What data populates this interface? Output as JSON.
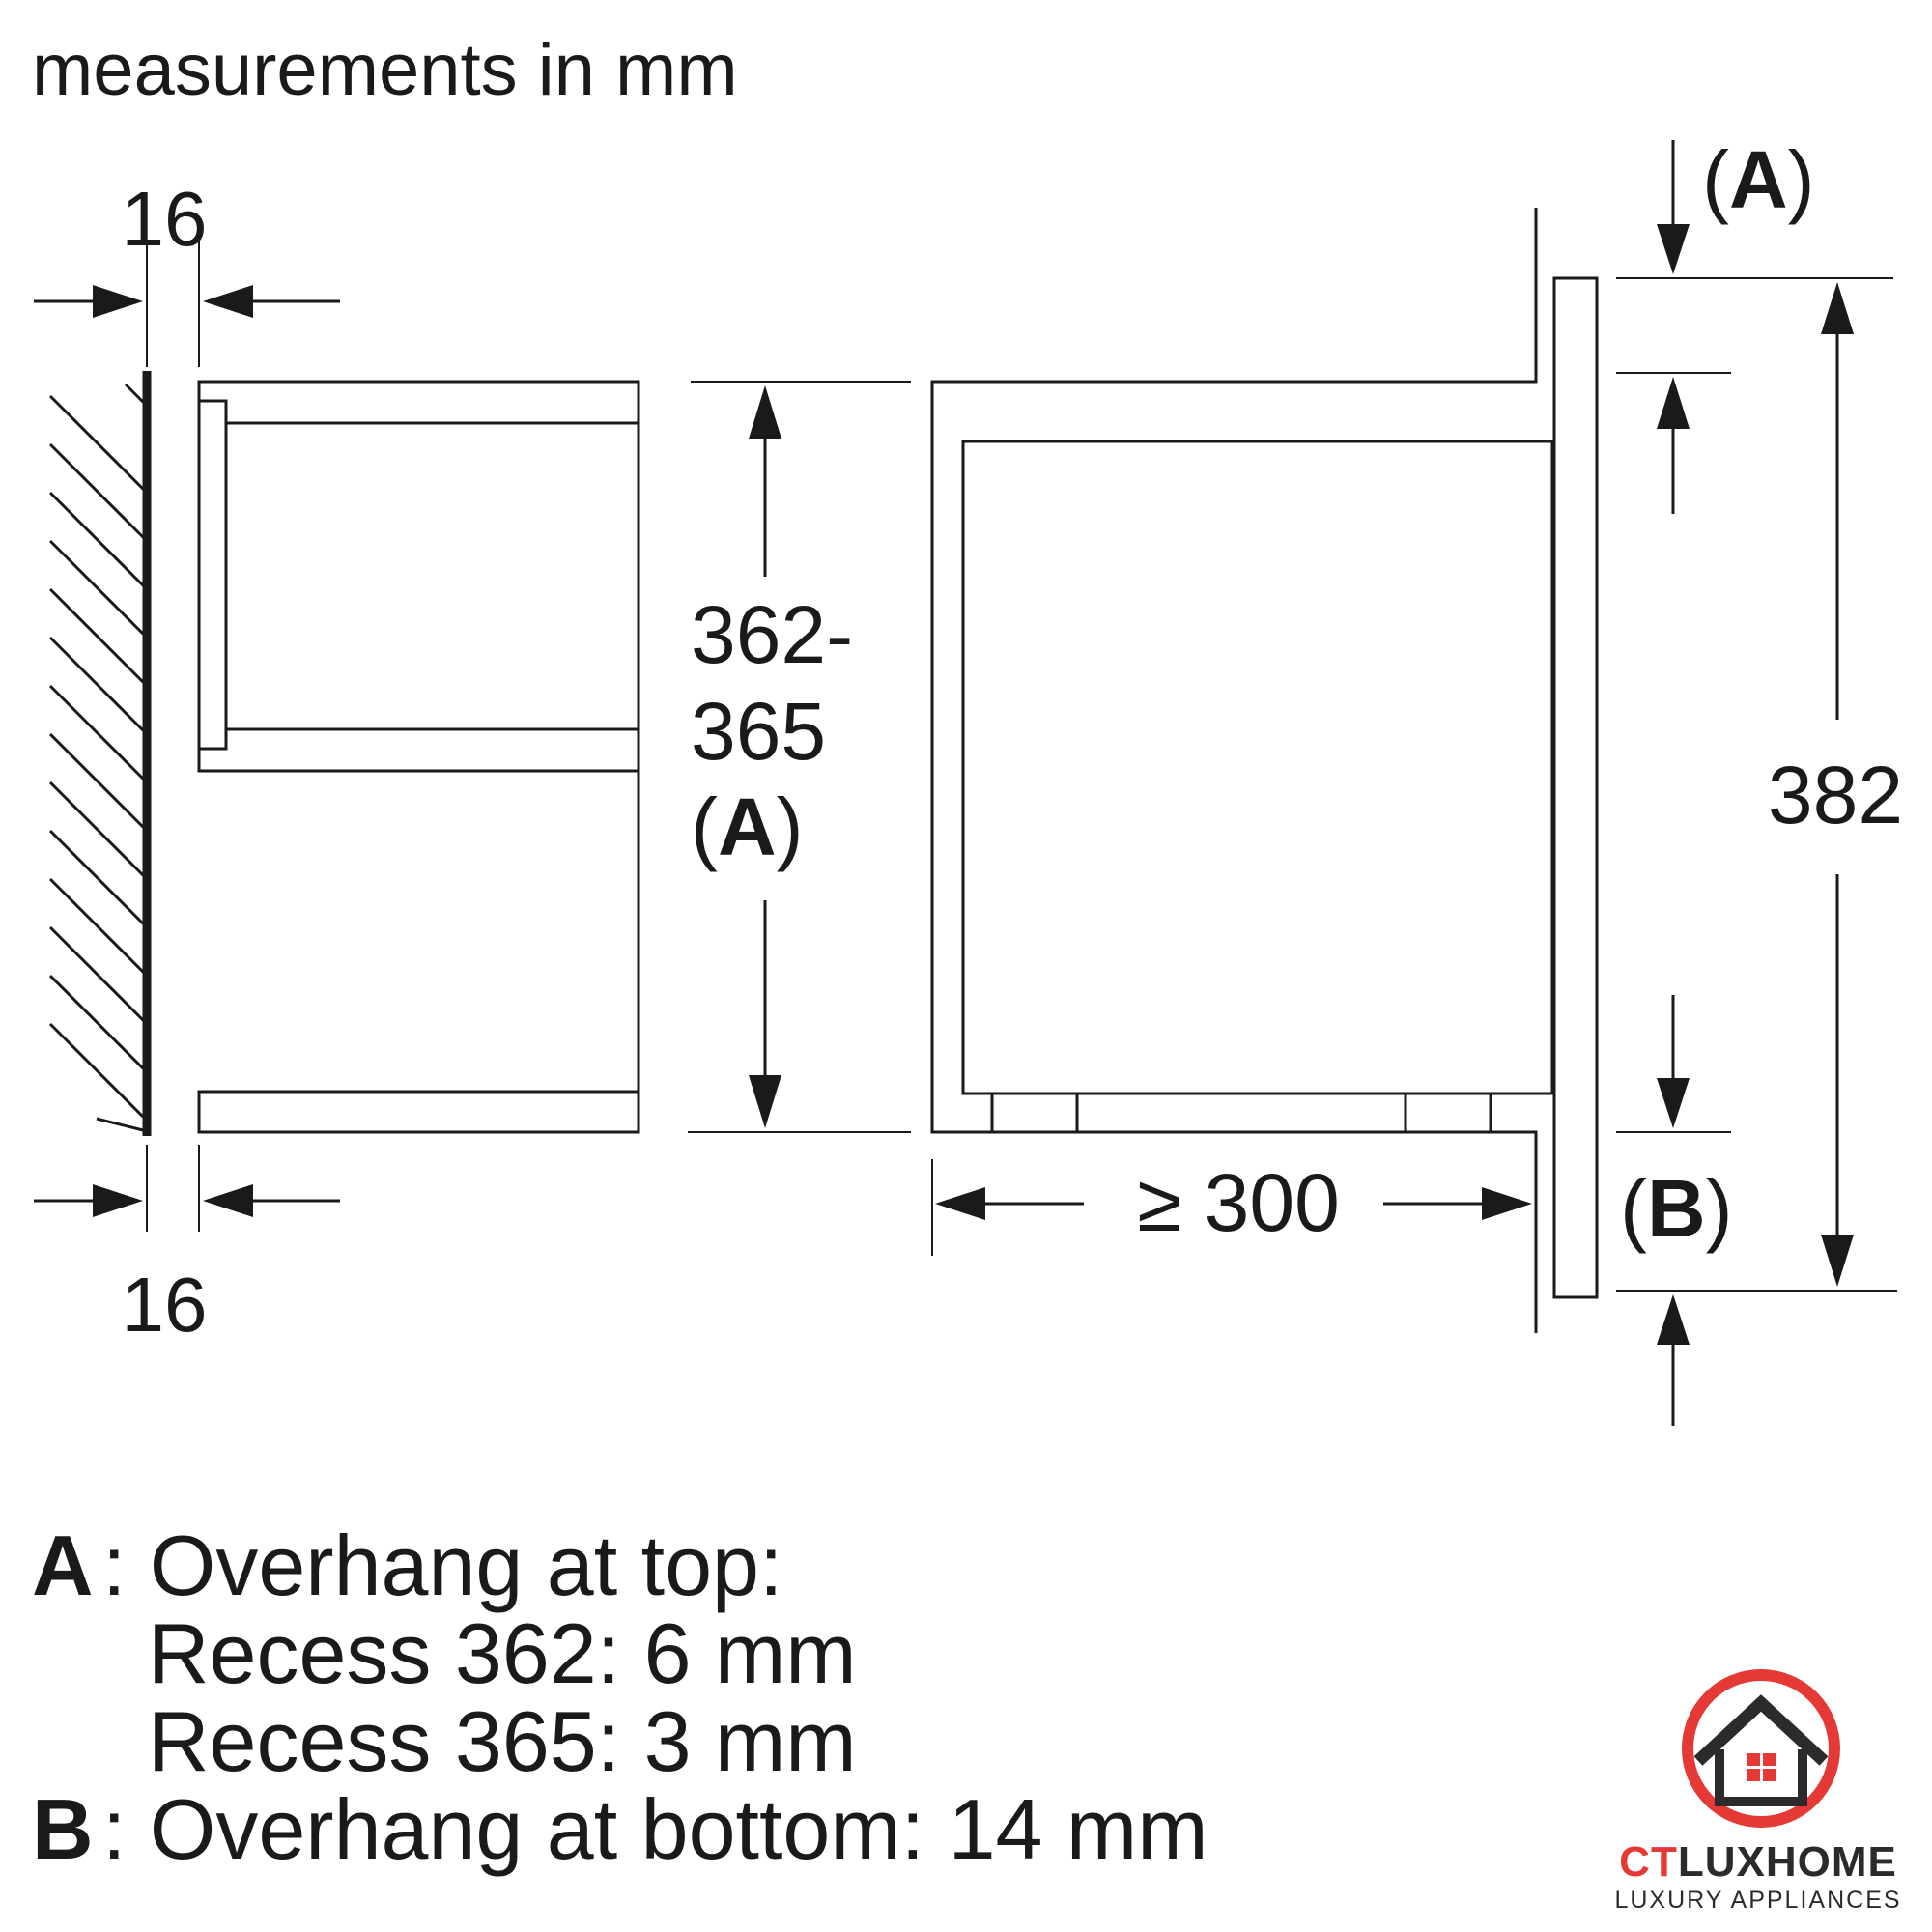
{
  "header": {
    "title": "measurements in mm"
  },
  "dimensions": {
    "left_top_offset": "16",
    "left_bottom_offset": "16",
    "recess_height_line1": "362-",
    "recess_height_line2": "365",
    "recess_height_ref_open": "(",
    "recess_height_ref_key": "A",
    "recess_height_ref_close": ")",
    "depth": "≥ 300",
    "panel_height": "382",
    "overhang_top_open": "(",
    "overhang_top_key": "A",
    "overhang_top_close": ")",
    "overhang_bottom_open": "(",
    "overhang_bottom_key": "B",
    "overhang_bottom_close": ")"
  },
  "legend": {
    "a_key": "A",
    "a_text": ": Overhang at top:",
    "a_line2": "Recess 362: 6 mm",
    "a_line3": "Recess 365: 3 mm",
    "b_key": "B",
    "b_text": ": Overhang at bottom: 14 mm"
  },
  "logo": {
    "brand_ct": "CT",
    "brand_rest": "LUXHOME",
    "tagline": "LUXURY APPLIANCES",
    "accent_color": "#e53935"
  }
}
